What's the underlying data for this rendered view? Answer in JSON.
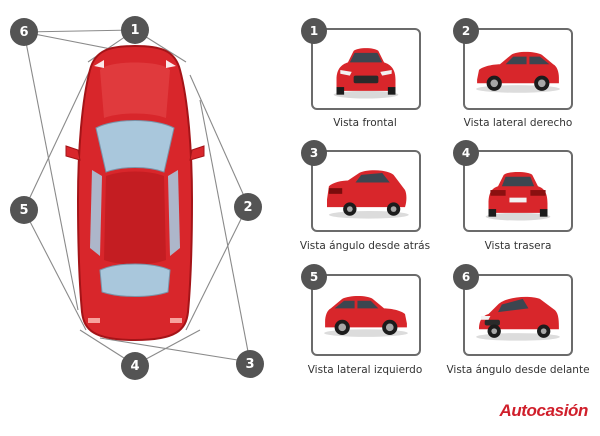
{
  "diagram": {
    "markers": [
      "1",
      "2",
      "3",
      "4",
      "5",
      "6"
    ]
  },
  "views": [
    {
      "number": "1",
      "label": "Vista frontal",
      "icon": "car-front-view-icon"
    },
    {
      "number": "2",
      "label": "Vista lateral derecho",
      "icon": "car-right-side-view-icon"
    },
    {
      "number": "3",
      "label": "Vista ángulo desde atrás",
      "icon": "car-rear-angle-view-icon"
    },
    {
      "number": "4",
      "label": "Vista trasera",
      "icon": "car-rear-view-icon"
    },
    {
      "number": "5",
      "label": "Vista lateral izquierdo",
      "icon": "car-left-side-view-icon"
    },
    {
      "number": "6",
      "label": "Vista ángulo desde delante",
      "icon": "car-front-angle-view-icon"
    }
  ],
  "brand": {
    "name": "Autocasión",
    "color": "#d01f2b"
  },
  "colors": {
    "car_red": "#d8262b",
    "badge_gray": "#545454",
    "frame_gray": "#6b6b6b",
    "glass_blue": "#a9c7dc"
  }
}
